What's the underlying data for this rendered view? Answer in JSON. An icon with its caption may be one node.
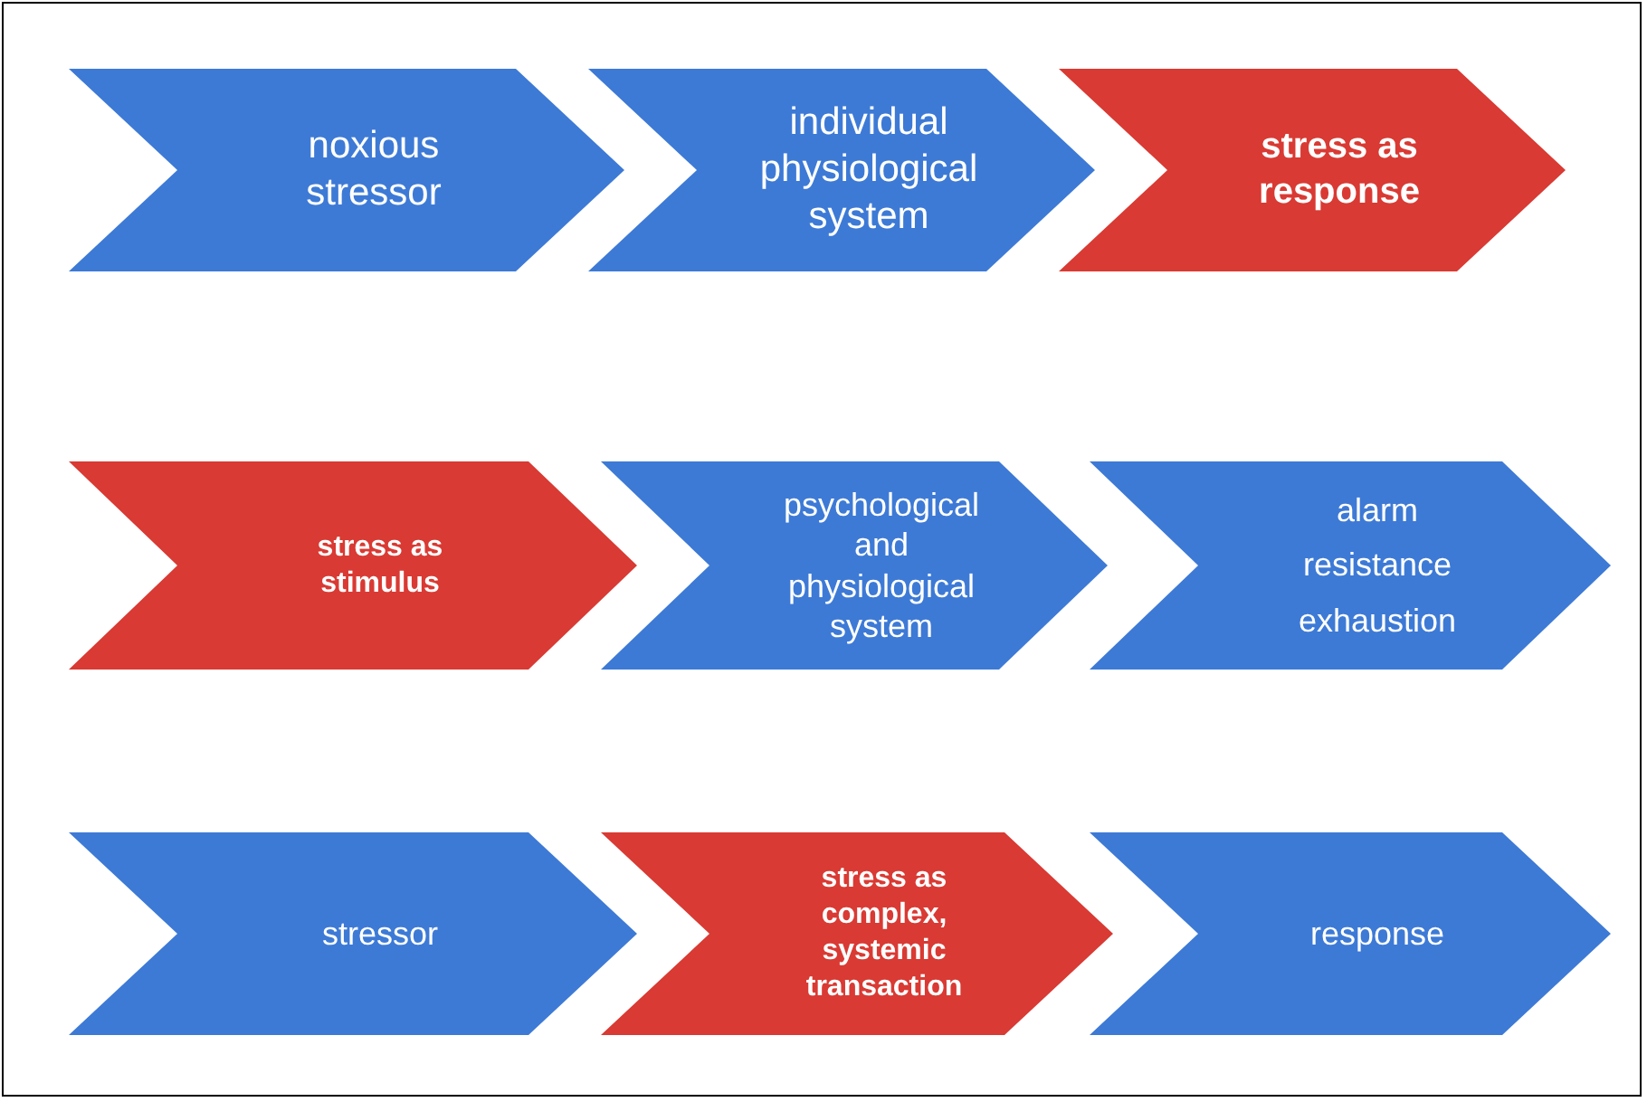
{
  "diagram": {
    "nodes": [
      {
        "text": [
          "noxious stressor"
        ]
      },
      {
        "text": [
          "individual physiological system"
        ]
      },
      {
        "text": [
          "stress as response"
        ]
      },
      {
        "text": [
          "stress as stimulus"
        ]
      },
      {
        "text": [
          "psychological and physiological system"
        ]
      },
      {
        "text": [
          "alarm",
          "resistance",
          "exhaustion"
        ]
      },
      {
        "text": [
          "stressor"
        ]
      },
      {
        "text": [
          "stress as complex, systemic transaction"
        ]
      },
      {
        "text": [
          "response"
        ]
      }
    ]
  }
}
